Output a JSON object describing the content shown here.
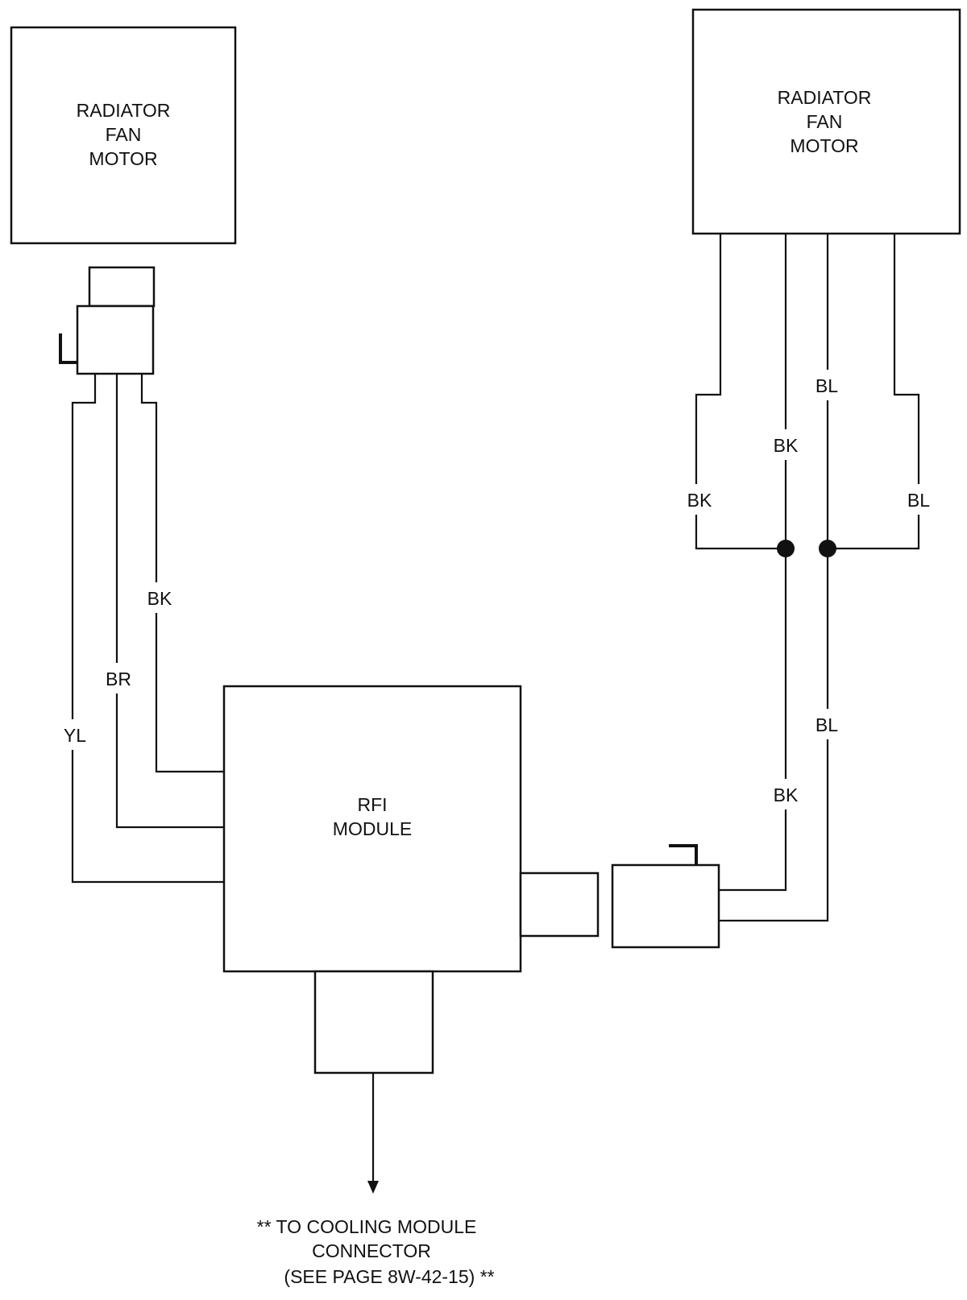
{
  "left_motor": {
    "line1": "RADIATOR",
    "line2": "FAN",
    "line3": "MOTOR"
  },
  "right_motor": {
    "line1": "RADIATOR",
    "line2": "FAN",
    "line3": "MOTOR"
  },
  "rfi_module": {
    "line1": "RFI",
    "line2": "MODULE"
  },
  "wires": {
    "left_bk": "BK",
    "left_br": "BR",
    "left_yl": "YL",
    "right_bl_upper": "BL",
    "right_bk_upper": "BK",
    "right_bk_outer": "BK",
    "right_bl_outer": "BL",
    "right_bl_lower": "BL",
    "right_bk_lower": "BK"
  },
  "note": {
    "line1": "** TO COOLING MODULE",
    "line2": "CONNECTOR",
    "line3": "(SEE PAGE 8W-42-15) **"
  }
}
